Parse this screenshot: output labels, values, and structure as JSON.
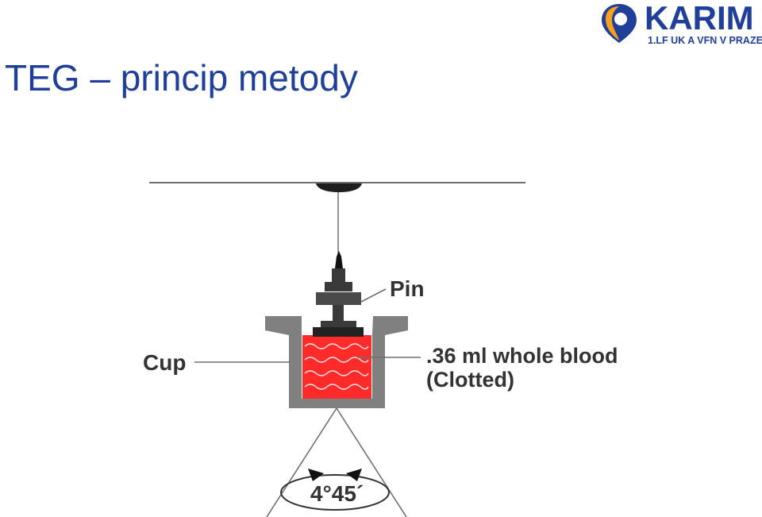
{
  "slide": {
    "title": "TEG – princip metody"
  },
  "logo": {
    "name": "KARIM",
    "subtitle": "1.LF UK A VFN V PRAZE",
    "pin_icon": "map-pin-icon",
    "colors": {
      "primary": "#1f3f98",
      "accent": "#f6a21d"
    }
  },
  "diagram": {
    "labels": {
      "pin": "Pin",
      "cup": "Cup",
      "blood_line1": ".36 ml whole blood",
      "blood_line2": "(Clotted)",
      "rotation": "4°45´"
    },
    "colors": {
      "blood": "#ff2a2a",
      "cup": "#808080",
      "pin": "#3a3a3a",
      "line": "#6f6f6f"
    }
  }
}
